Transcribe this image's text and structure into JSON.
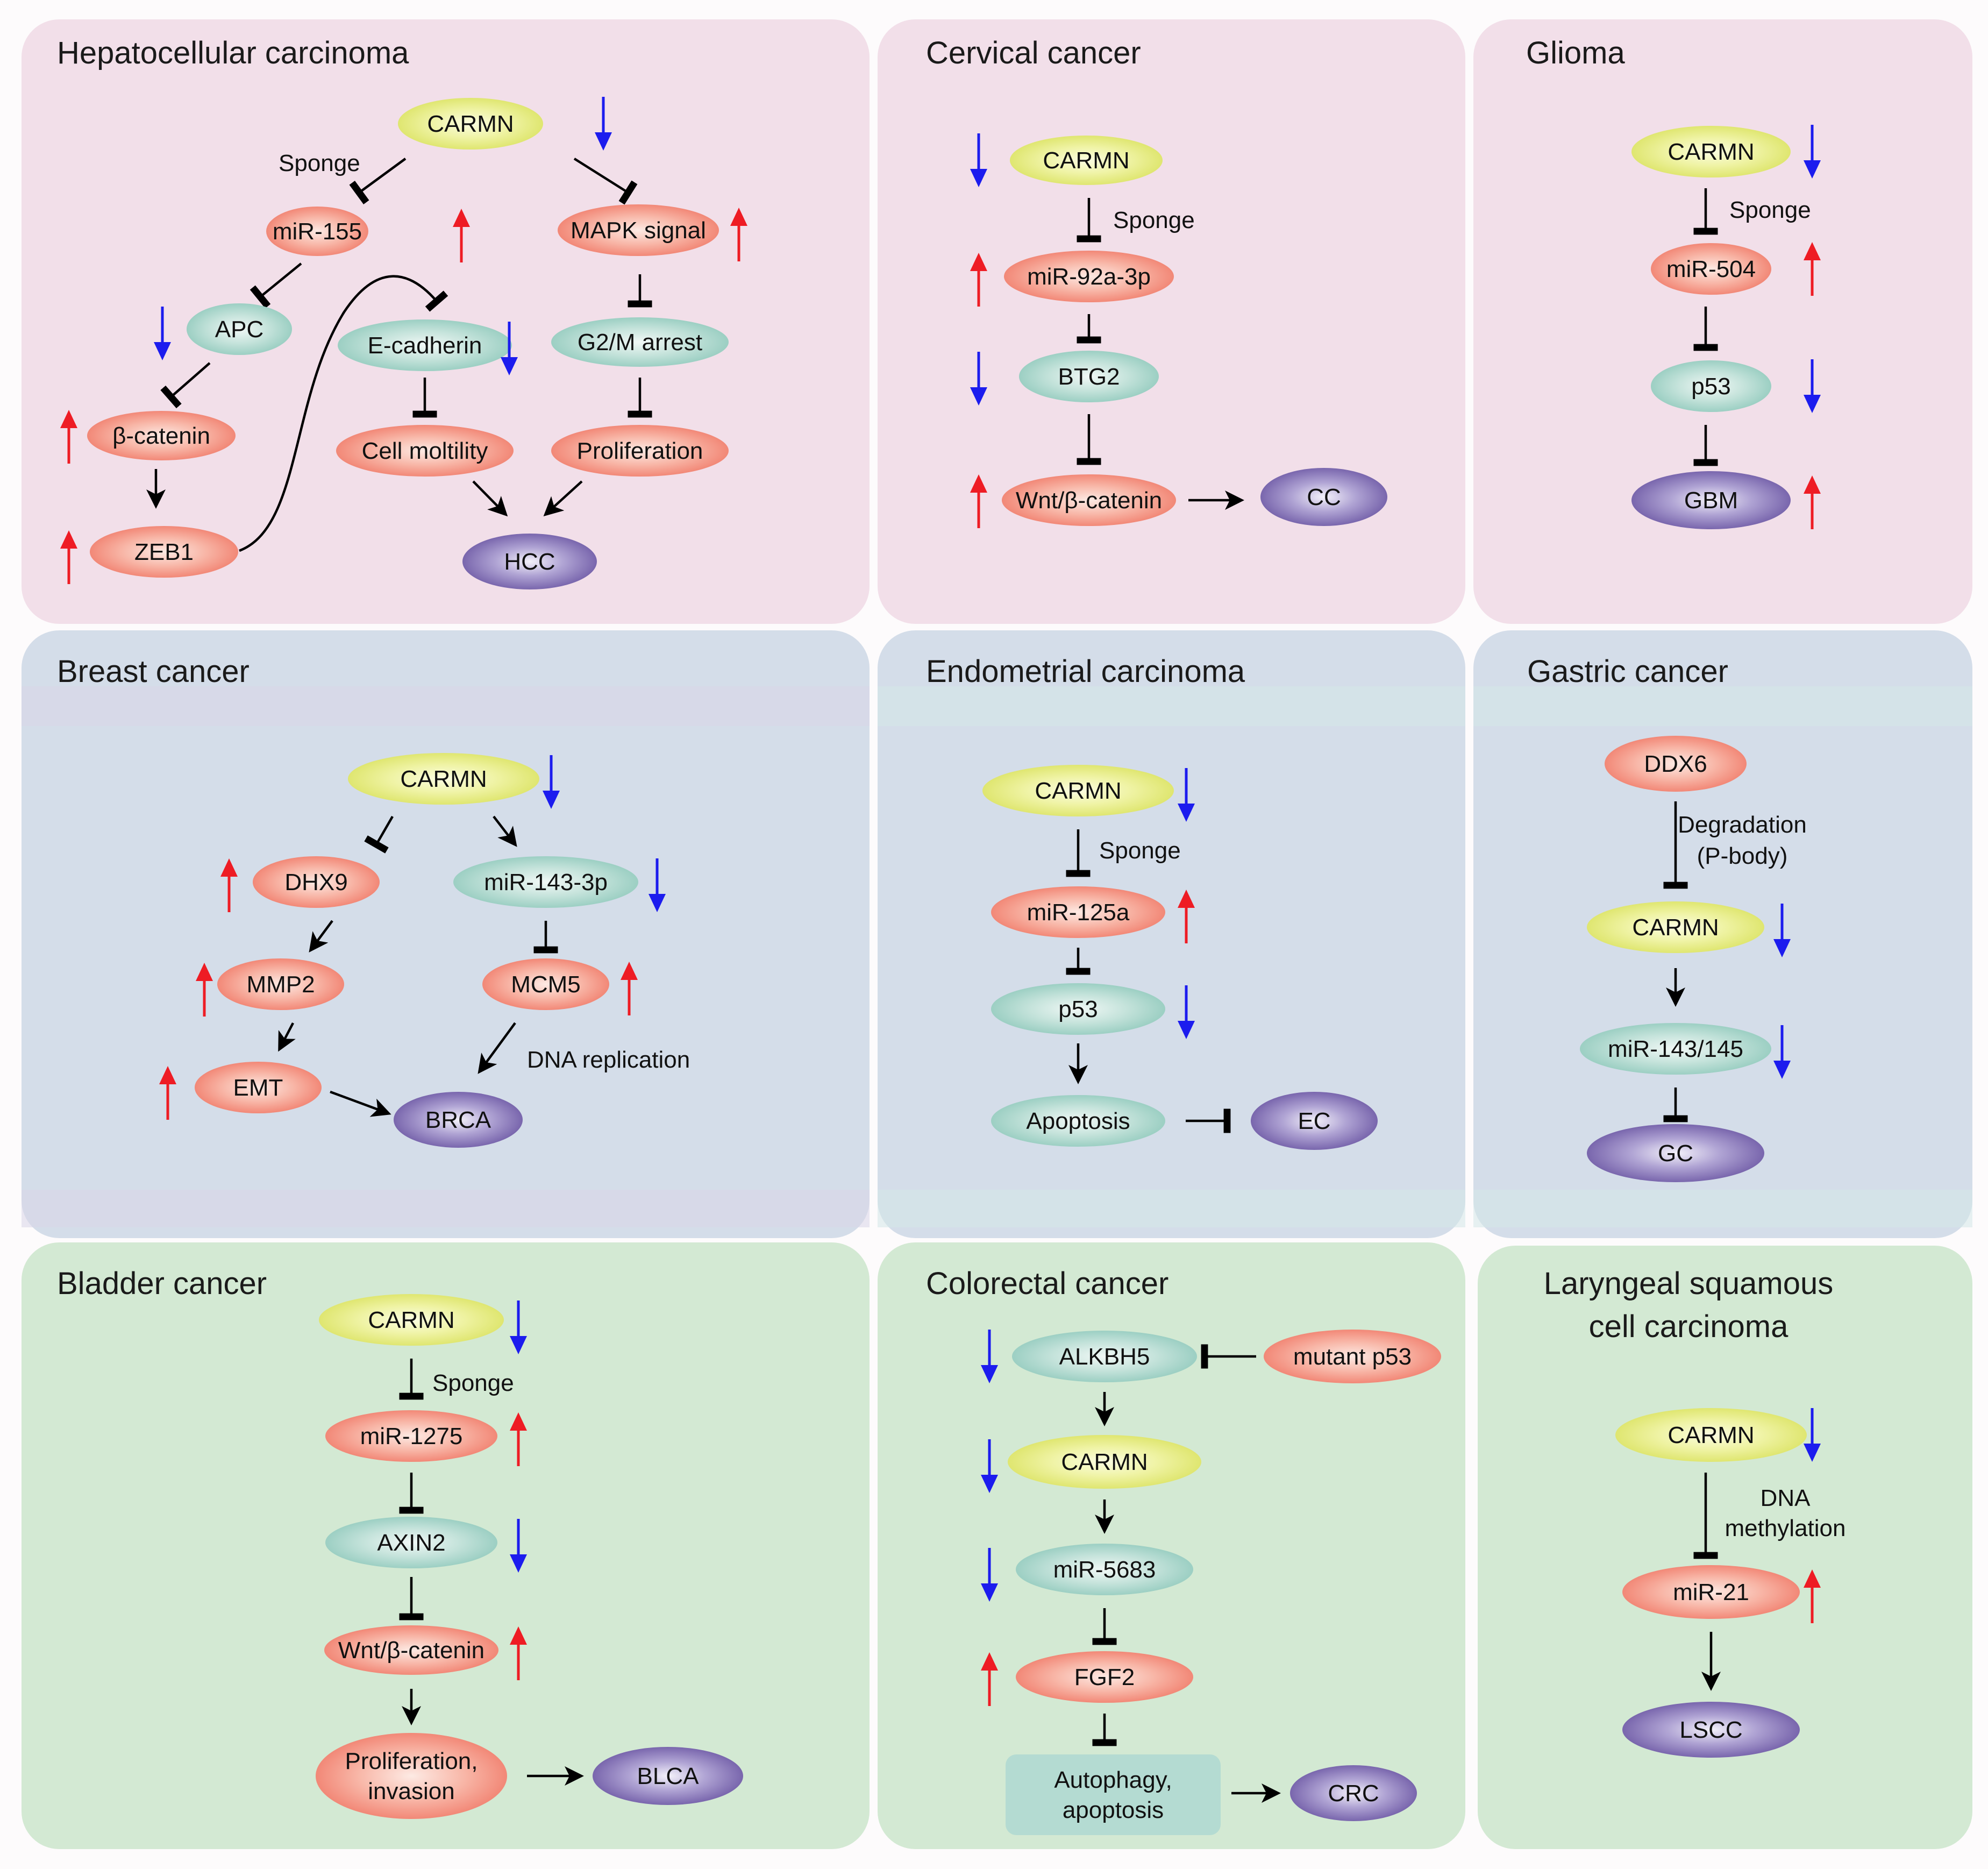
{
  "palette": {
    "panel_pink": "#f2dfe9",
    "panel_blue": "#d4dde9",
    "panel_green": "#d3e9d3",
    "node_red": "#f59d8b",
    "node_teal": "#b4dbd2",
    "node_yellow": "#e8ee88",
    "node_purple": "#8d7dbd",
    "arrow_up_red": "#ee1c24",
    "arrow_down_blue": "#1c1cee"
  },
  "icons": {
    "up": "red-up-arrow-icon",
    "down": "blue-down-arrow-icon"
  },
  "panels": [
    {
      "title": [
        "Hepatocellular carcinoma"
      ],
      "nodes": [
        {
          "label": [
            "CARMN"
          ],
          "color": "yellow"
        },
        {
          "label": [
            "miR-155"
          ],
          "color": "red"
        },
        {
          "label": [
            "MAPK signal"
          ],
          "color": "red"
        },
        {
          "label": [
            "APC"
          ],
          "color": "teal"
        },
        {
          "label": [
            "E-cadherin"
          ],
          "color": "teal"
        },
        {
          "label": [
            "G2/M arrest"
          ],
          "color": "teal"
        },
        {
          "label": [
            "β-catenin"
          ],
          "color": "red"
        },
        {
          "label": [
            "Cell moltility"
          ],
          "color": "red"
        },
        {
          "label": [
            "Proliferation"
          ],
          "color": "red"
        },
        {
          "label": [
            "ZEB1"
          ],
          "color": "red"
        },
        {
          "label": [
            "HCC"
          ],
          "color": "purple"
        }
      ],
      "edges": [
        {
          "kind": "inhibit"
        },
        {
          "kind": "inhibit"
        },
        {
          "kind": "inhibit"
        },
        {
          "kind": "inhibit"
        },
        {
          "kind": "inhibit"
        },
        {
          "kind": "activate"
        },
        {
          "kind": "inhibit"
        },
        {
          "kind": "inhibit"
        },
        {
          "kind": "activate"
        },
        {
          "kind": "activate"
        },
        {
          "kind": "inhibit"
        }
      ],
      "labels": [
        "Sponge"
      ],
      "indicators": [
        "down",
        "up",
        "up",
        "down",
        "down",
        "up",
        "up"
      ]
    },
    {
      "title": [
        "Cervical cancer"
      ],
      "nodes": [
        {
          "label": [
            "CARMN"
          ],
          "color": "yellow"
        },
        {
          "label": [
            "miR-92a-3p"
          ],
          "color": "red"
        },
        {
          "label": [
            "BTG2"
          ],
          "color": "teal"
        },
        {
          "label": [
            "Wnt/β-catenin"
          ],
          "color": "red"
        },
        {
          "label": [
            "CC"
          ],
          "color": "purple"
        }
      ],
      "edges": [
        {
          "kind": "inhibit"
        },
        {
          "kind": "inhibit"
        },
        {
          "kind": "inhibit"
        },
        {
          "kind": "activate"
        }
      ],
      "labels": [
        "Sponge"
      ],
      "indicators": [
        "down",
        "up",
        "down",
        "up"
      ]
    },
    {
      "title": [
        "Glioma"
      ],
      "nodes": [
        {
          "label": [
            "CARMN"
          ],
          "color": "yellow"
        },
        {
          "label": [
            "miR-504"
          ],
          "color": "red"
        },
        {
          "label": [
            "p53"
          ],
          "color": "teal"
        },
        {
          "label": [
            "GBM"
          ],
          "color": "purple"
        }
      ],
      "edges": [
        {
          "kind": "inhibit"
        },
        {
          "kind": "inhibit"
        },
        {
          "kind": "inhibit"
        }
      ],
      "labels": [
        "Sponge"
      ],
      "indicators": [
        "down",
        "up",
        "down",
        "up"
      ]
    },
    {
      "title": [
        "Breast cancer"
      ],
      "nodes": [
        {
          "label": [
            "CARMN"
          ],
          "color": "yellow"
        },
        {
          "label": [
            "DHX9"
          ],
          "color": "red"
        },
        {
          "label": [
            "miR-143-3p"
          ],
          "color": "teal"
        },
        {
          "label": [
            "MMP2"
          ],
          "color": "red"
        },
        {
          "label": [
            "MCM5"
          ],
          "color": "red"
        },
        {
          "label": [
            "EMT"
          ],
          "color": "red"
        },
        {
          "label": [
            "BRCA"
          ],
          "color": "purple"
        }
      ],
      "edges": [
        {
          "kind": "inhibit"
        },
        {
          "kind": "activate"
        },
        {
          "kind": "activate"
        },
        {
          "kind": "inhibit"
        },
        {
          "kind": "activate"
        },
        {
          "kind": "activate"
        },
        {
          "kind": "activate"
        }
      ],
      "labels": [
        "DNA replication"
      ],
      "indicators": [
        "down",
        "up",
        "down",
        "up",
        "up",
        "up"
      ]
    },
    {
      "title": [
        "Endometrial carcinoma"
      ],
      "nodes": [
        {
          "label": [
            "CARMN"
          ],
          "color": "yellow"
        },
        {
          "label": [
            "miR-125a"
          ],
          "color": "red"
        },
        {
          "label": [
            "p53"
          ],
          "color": "teal"
        },
        {
          "label": [
            "Apoptosis"
          ],
          "color": "teal"
        },
        {
          "label": [
            "EC"
          ],
          "color": "purple"
        }
      ],
      "edges": [
        {
          "kind": "inhibit"
        },
        {
          "kind": "inhibit"
        },
        {
          "kind": "activate"
        },
        {
          "kind": "inhibit"
        }
      ],
      "labels": [
        "Sponge"
      ],
      "indicators": [
        "down",
        "up",
        "down"
      ]
    },
    {
      "title": [
        "Gastric cancer"
      ],
      "nodes": [
        {
          "label": [
            "DDX6"
          ],
          "color": "red"
        },
        {
          "label": [
            "CARMN"
          ],
          "color": "yellow"
        },
        {
          "label": [
            "miR-143/145"
          ],
          "color": "teal"
        },
        {
          "label": [
            "GC"
          ],
          "color": "purple"
        }
      ],
      "edges": [
        {
          "kind": "inhibit"
        },
        {
          "kind": "activate"
        },
        {
          "kind": "inhibit"
        }
      ],
      "labels": [
        "Degradation",
        "(P-body)"
      ],
      "indicators": [
        "down",
        "down"
      ]
    },
    {
      "title": [
        "Bladder cancer"
      ],
      "nodes": [
        {
          "label": [
            "CARMN"
          ],
          "color": "yellow"
        },
        {
          "label": [
            "miR-1275"
          ],
          "color": "red"
        },
        {
          "label": [
            "AXIN2"
          ],
          "color": "teal"
        },
        {
          "label": [
            "Wnt/β-catenin"
          ],
          "color": "red"
        },
        {
          "label": [
            "Proliferation,",
            "invasion"
          ],
          "color": "red"
        },
        {
          "label": [
            "BLCA"
          ],
          "color": "purple"
        }
      ],
      "edges": [
        {
          "kind": "inhibit"
        },
        {
          "kind": "inhibit"
        },
        {
          "kind": "inhibit"
        },
        {
          "kind": "activate"
        },
        {
          "kind": "activate"
        }
      ],
      "labels": [
        "Sponge"
      ],
      "indicators": [
        "down",
        "up",
        "down",
        "up"
      ]
    },
    {
      "title": [
        "Colorectal cancer"
      ],
      "nodes": [
        {
          "label": [
            "ALKBH5"
          ],
          "color": "teal"
        },
        {
          "label": [
            "mutant p53"
          ],
          "color": "red"
        },
        {
          "label": [
            "CARMN"
          ],
          "color": "yellow"
        },
        {
          "label": [
            "miR-5683"
          ],
          "color": "teal"
        },
        {
          "label": [
            "FGF2"
          ],
          "color": "red"
        },
        {
          "label": [
            "Autophagy,",
            "apoptosis"
          ],
          "color": "teal"
        },
        {
          "label": [
            "CRC"
          ],
          "color": "purple"
        }
      ],
      "edges": [
        {
          "kind": "inhibit"
        },
        {
          "kind": "activate"
        },
        {
          "kind": "activate"
        },
        {
          "kind": "inhibit"
        },
        {
          "kind": "inhibit"
        },
        {
          "kind": "activate"
        }
      ],
      "labels": [],
      "indicators": [
        "down",
        "down",
        "down",
        "up"
      ]
    },
    {
      "title": [
        "Laryngeal squamous",
        "cell carcinoma"
      ],
      "nodes": [
        {
          "label": [
            "CARMN"
          ],
          "color": "yellow"
        },
        {
          "label": [
            "miR-21"
          ],
          "color": "red"
        },
        {
          "label": [
            "LSCC"
          ],
          "color": "purple"
        }
      ],
      "edges": [
        {
          "kind": "inhibit"
        },
        {
          "kind": "activate"
        }
      ],
      "labels": [
        "DNA",
        "methylation"
      ],
      "indicators": [
        "down",
        "up"
      ]
    }
  ]
}
